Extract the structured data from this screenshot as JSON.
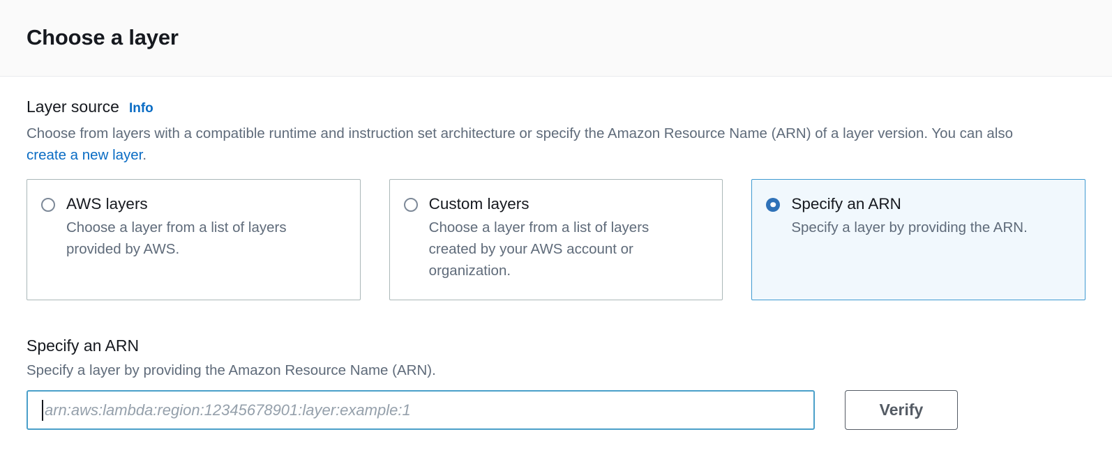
{
  "header": {
    "title": "Choose a layer"
  },
  "layer_source": {
    "label": "Layer source",
    "info_link": "Info",
    "description_before_link": "Choose from layers with a compatible runtime and instruction set architecture or specify the Amazon Resource Name (ARN) of a layer version. You can also ",
    "description_link": "create a new layer",
    "description_after_link": ".",
    "options": [
      {
        "title": "AWS layers",
        "description": "Choose a layer from a list of layers provided by AWS.",
        "selected": false
      },
      {
        "title": "Custom layers",
        "description": "Choose a layer from a list of layers created by your AWS account or organization.",
        "selected": false
      },
      {
        "title": "Specify an ARN",
        "description": "Specify a layer by providing the ARN.",
        "selected": true
      }
    ]
  },
  "arn_section": {
    "heading": "Specify an ARN",
    "description": "Specify a layer by providing the Amazon Resource Name (ARN).",
    "input_value": "",
    "input_placeholder": "arn:aws:lambda:region:12345678901:layer:example:1",
    "verify_label": "Verify"
  },
  "colors": {
    "accent_blue": "#0a6cc4",
    "selected_tile_border": "#3f9ad1",
    "selected_tile_background": "#f1f8fd",
    "radio_checked": "#2f72b8",
    "radio_unchecked_border": "#7d8998",
    "tile_border": "#aab7b8",
    "input_focus_border": "#4a9fc9",
    "button_border": "#545b64",
    "text_primary": "#16191f",
    "text_secondary": "#5f6b7a",
    "header_background": "#fafafa"
  }
}
